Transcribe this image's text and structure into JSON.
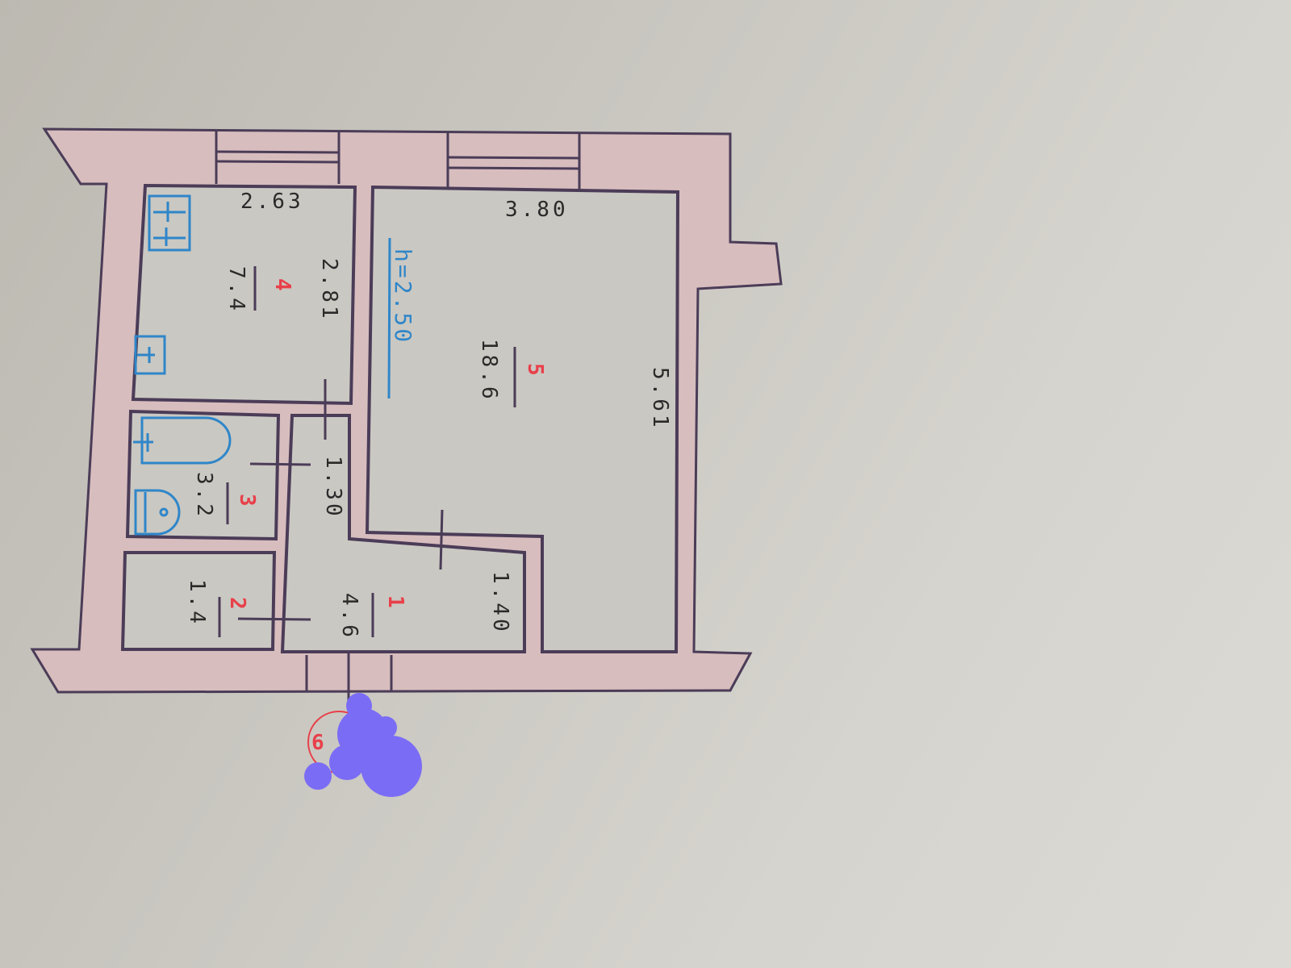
{
  "plan": {
    "ceiling_height": "h=2.50",
    "rooms": [
      {
        "number": "1",
        "area": "4.6",
        "dims": [
          "1.30",
          "1.40"
        ]
      },
      {
        "number": "2",
        "area": "1.4"
      },
      {
        "number": "3",
        "area": "3.2"
      },
      {
        "number": "4",
        "area": "7.4",
        "dims": [
          "2.63",
          "2.81"
        ]
      },
      {
        "number": "5",
        "area": "18.6",
        "dims": [
          "3.80",
          "5.61"
        ]
      }
    ],
    "stamp_number": "6"
  },
  "colors": {
    "wall": "#d7bdbd",
    "outline": "#4b3c58",
    "fixtures": "#2f86c9",
    "room_numbers": "#e8404a",
    "redaction": "#7b6cf6"
  }
}
